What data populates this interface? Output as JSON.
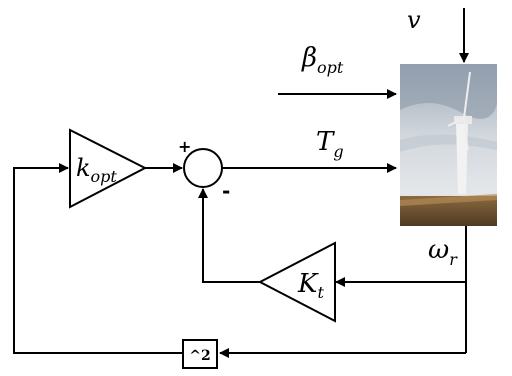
{
  "signals": {
    "wind_speed": "v",
    "pitch_opt": "β",
    "pitch_opt_sub": "opt",
    "torque_gen": "T",
    "torque_gen_sub": "g",
    "rotor_speed": "ω",
    "rotor_speed_sub": "r"
  },
  "blocks": {
    "kopt_main": "k",
    "kopt_sub": "opt",
    "kt_main": "K",
    "kt_sub": "t",
    "square_label": "^2"
  },
  "summing_junction": {
    "plus_sign": "+",
    "minus_sign": "-"
  },
  "colors": {
    "line": "#000000",
    "sky_top": "#9aa7b6",
    "sky_bottom": "#e4e7ea",
    "ground": "#6b4e2c",
    "tower": "#f2f2f2"
  }
}
